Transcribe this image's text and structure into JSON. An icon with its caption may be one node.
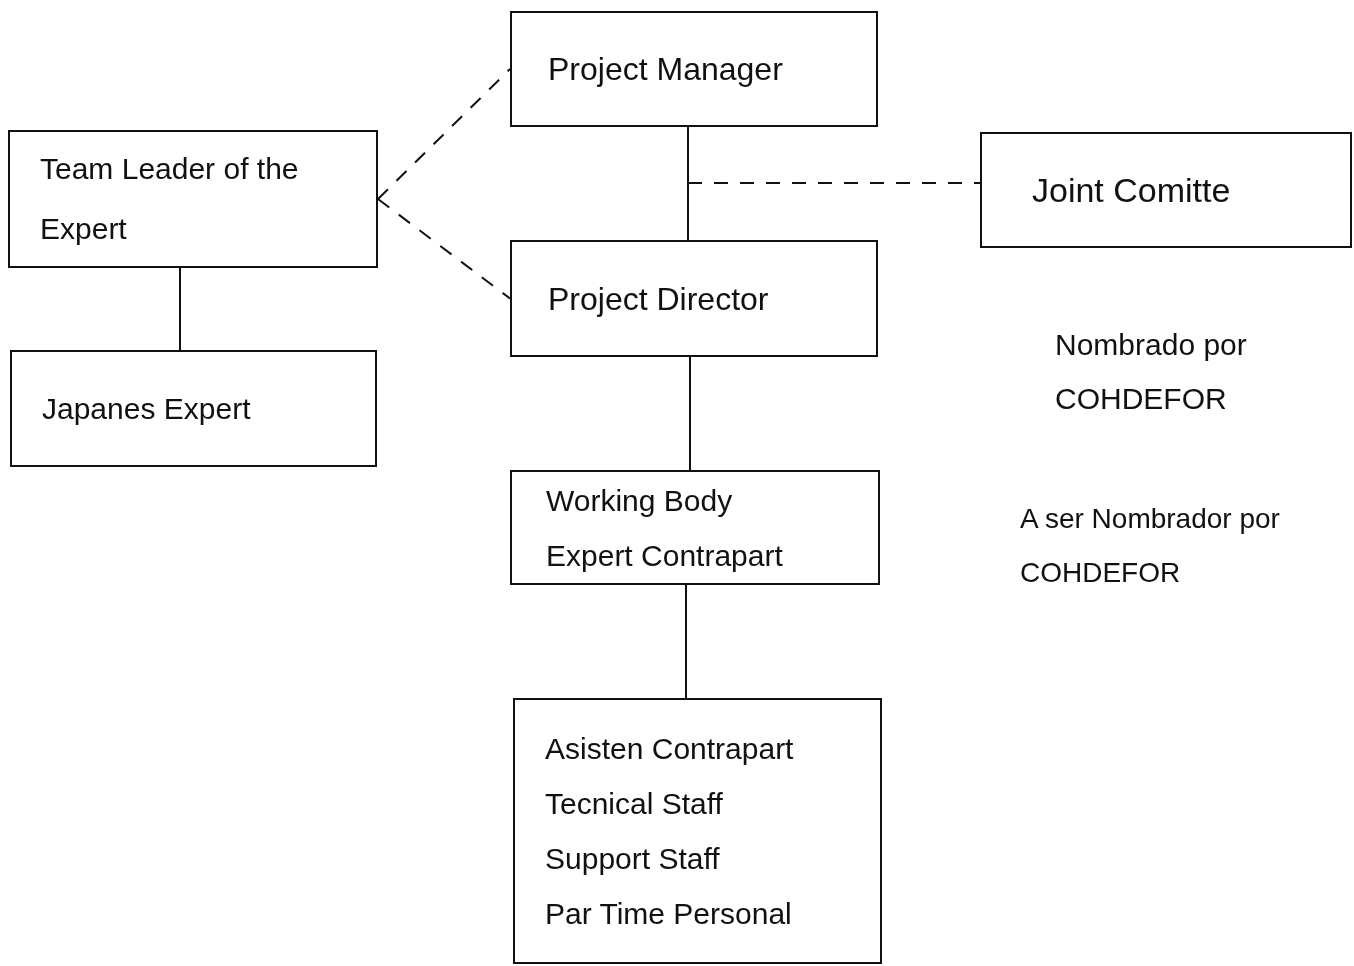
{
  "diagram": {
    "nodes": [
      {
        "text": [
          "Project Manager"
        ]
      },
      {
        "text": [
          "Team Leader of the Expert"
        ]
      },
      {
        "text": [
          "Joint Comitte"
        ]
      },
      {
        "text": [
          "Project Director"
        ]
      },
      {
        "text": [
          "Japanes Expert"
        ]
      },
      {
        "text": [
          "Working Body",
          "Expert Contrapart"
        ]
      },
      {
        "text": [
          "Asisten Contrapart",
          "Tecnical Staff",
          "Support Staff",
          "Par Time Personal"
        ]
      }
    ],
    "edges": [
      {
        "from": 1,
        "to": 0,
        "arrow": "none",
        "style": "dashed"
      },
      {
        "from": 1,
        "to": 3,
        "arrow": "none",
        "style": "dashed"
      },
      {
        "from": 0,
        "to": 3,
        "arrow": "none"
      },
      {
        "from": null,
        "to": 2,
        "arrow": "none",
        "style": "dashed"
      },
      {
        "from": 1,
        "to": 4,
        "arrow": "none"
      },
      {
        "from": 3,
        "to": 5,
        "arrow": "none"
      },
      {
        "from": 5,
        "to": 6,
        "arrow": "none"
      }
    ],
    "labels": [
      "Nombrado por COHDEFOR",
      "A ser Nombrador por COHDEFOR"
    ]
  }
}
